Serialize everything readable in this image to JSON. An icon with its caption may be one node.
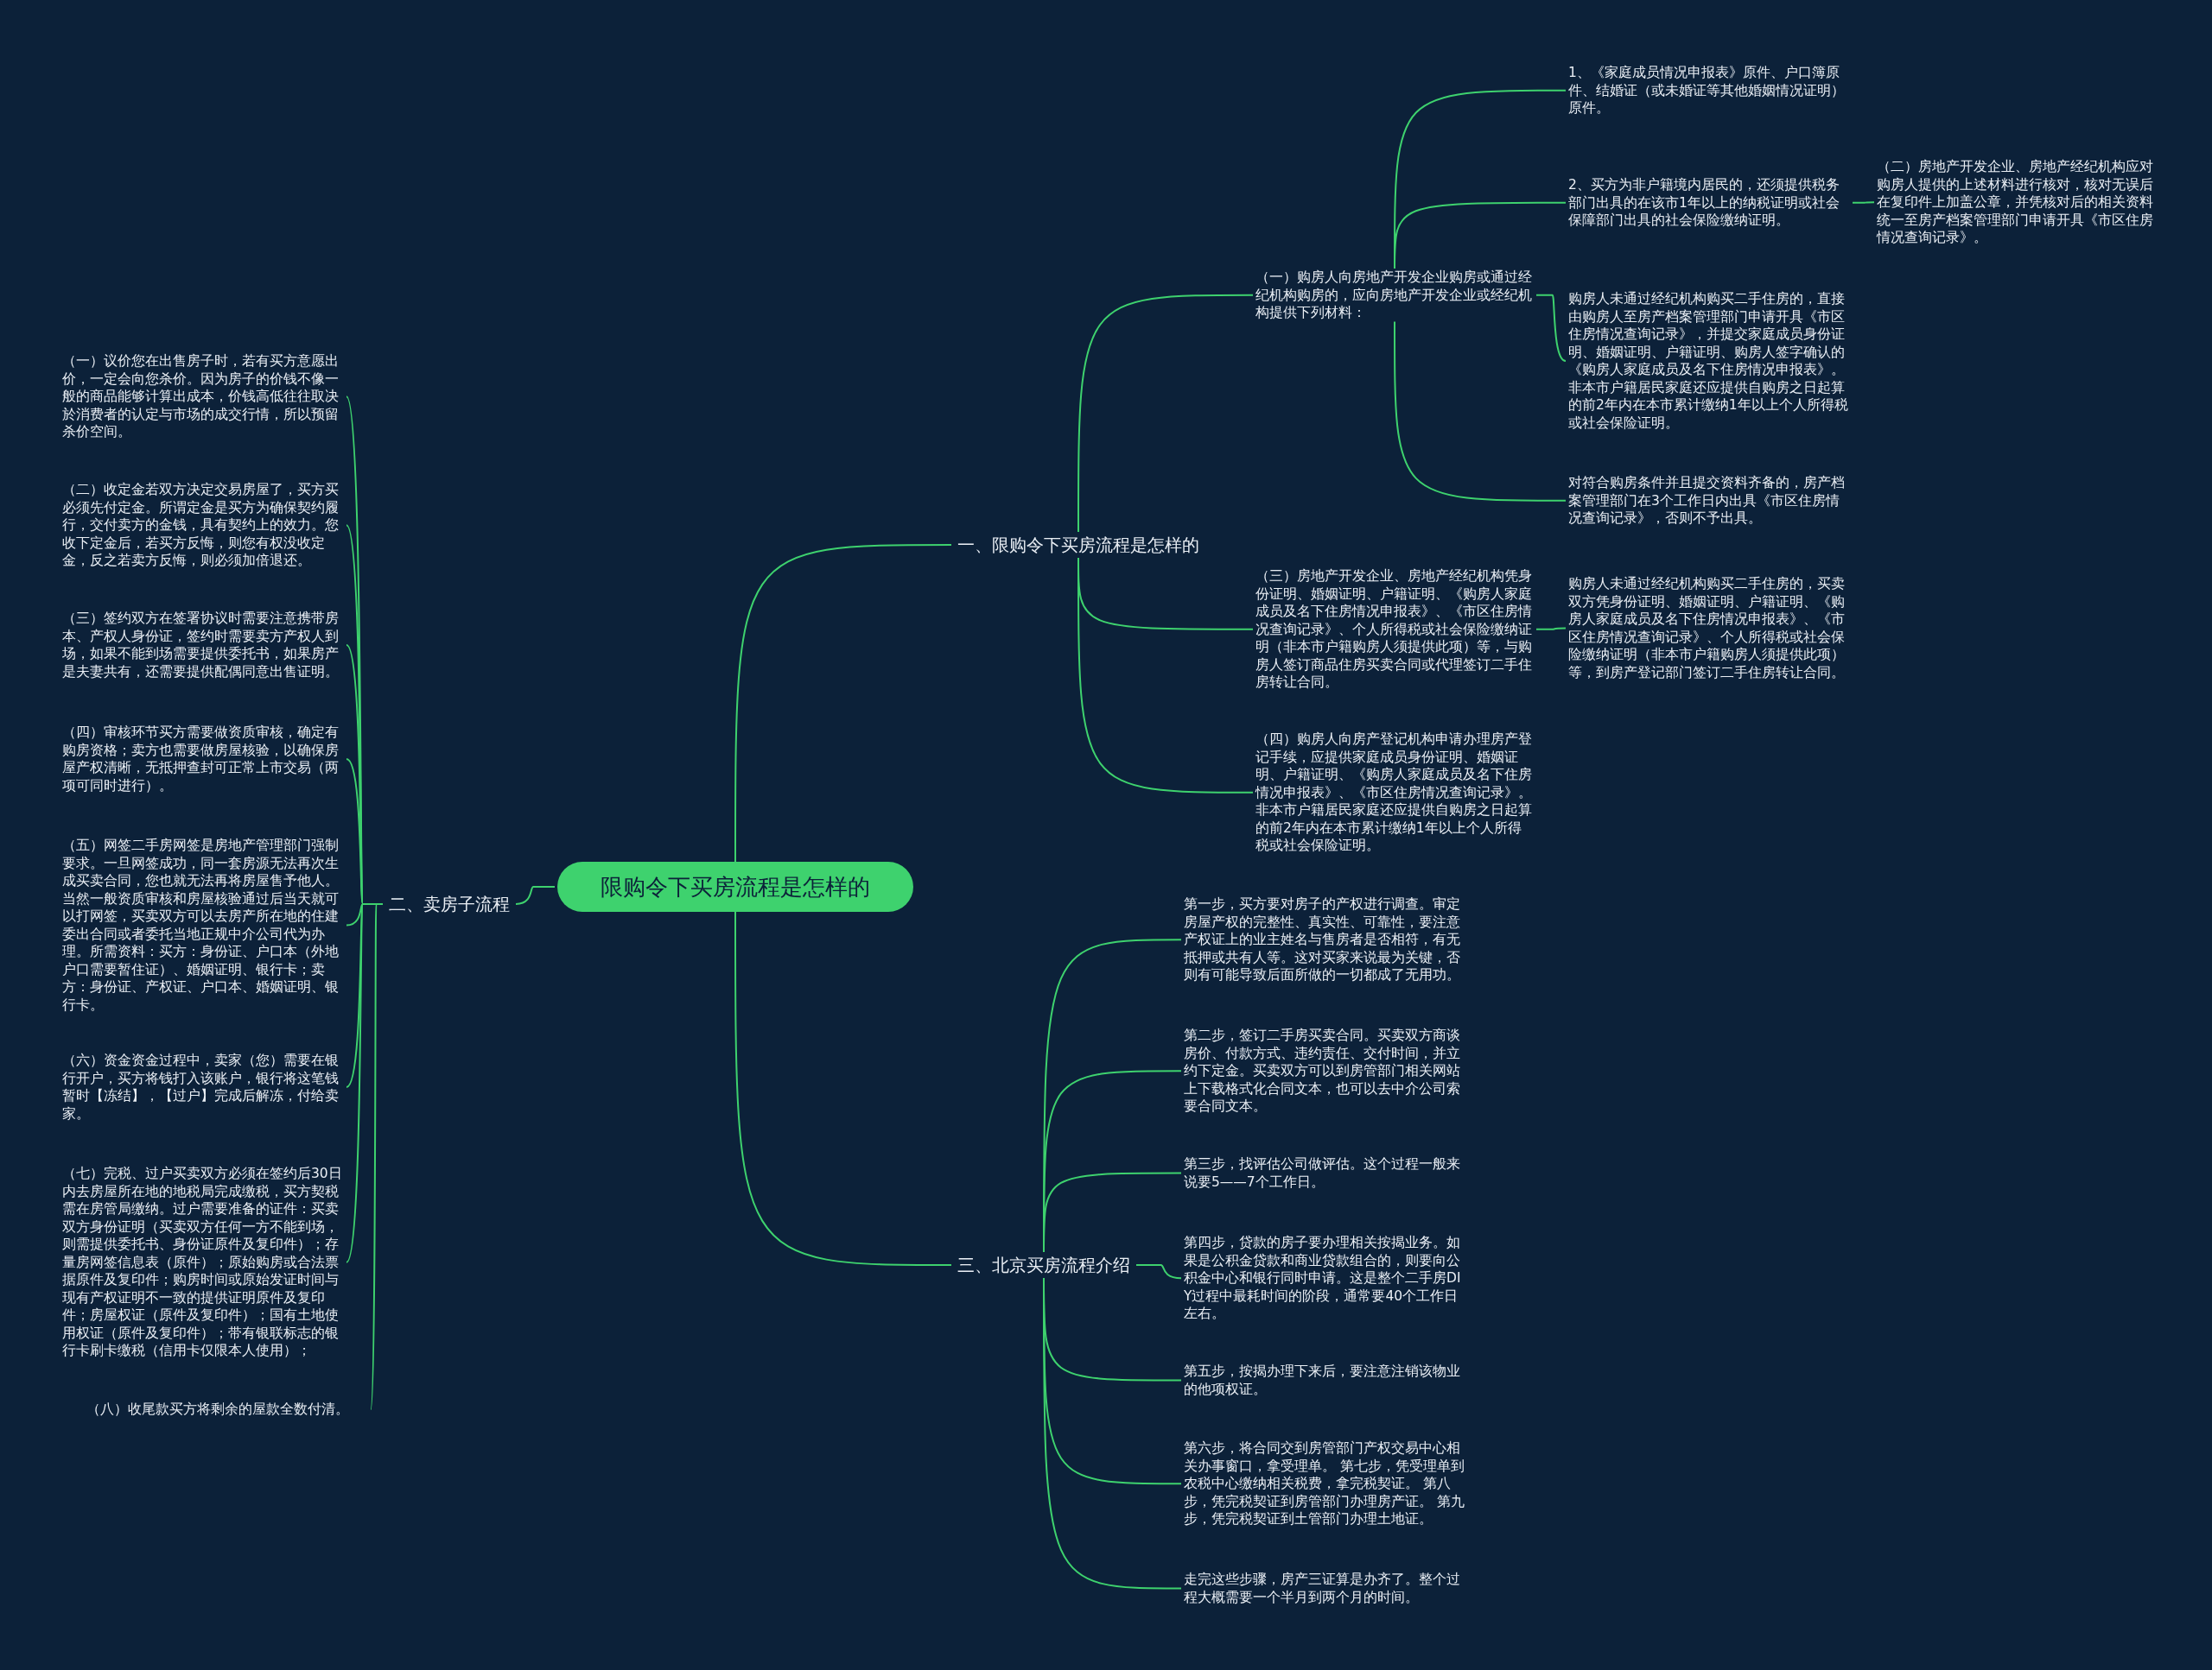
{
  "diagram": {
    "nodes": [
      {
        "text": [
          "限购令下买房流程是怎样的"
        ]
      },
      {
        "text": [
          "一、限购令下买房流程是怎样的"
        ]
      },
      {
        "text": [
          "（一）购房人向房地产开发企业购房或通过经纪机构购房的，应向房地产开发企业或经纪机构提供下列材料："
        ]
      },
      {
        "text": [
          "1、《家庭成员情况申报表》原件、户口簿原件、结婚证（或未婚证等其他婚姻情况证明）原件。"
        ]
      },
      {
        "text": [
          "2、买方为非户籍境内居民的，还须提供税务部门出具的在该市1年以上的纳税证明或社会保障部门出具的社会保险缴纳证明。"
        ]
      },
      {
        "text": [
          "（二）房地产开发企业、房地产经纪机构应对购房人提供的上述材料进行核对，核对无误后在复印件上加盖公章，并凭核对后的相关资料统一至房产档案管理部门申请开具《市区住房情况查询记录》。"
        ]
      },
      {
        "text": [
          "购房人未通过经纪机构购买二手住房的，直接由购房人至房产档案管理部门申请开具《市区住房情况查询记录》，并提交家庭成员身份证明、婚姻证明、户籍证明、购房人签字确认的《购房人家庭成员及名下住房情况申报表》。非本市户籍居民家庭还应提供自购房之日起算的前2年内在本市累计缴纳1年以上个人所得税或社会保险证明。"
        ]
      },
      {
        "text": [
          "对符合购房条件并且提交资料齐备的，房产档案管理部门在3个工作日内出具《市区住房情况查询记录》，否则不予出具。"
        ]
      },
      {
        "text": [
          "（三）房地产开发企业、房地产经纪机构凭身份证明、婚姻证明、户籍证明、《购房人家庭成员及名下住房情况申报表》、《市区住房情况查询记录》、个人所得税或社会保险缴纳证明（非本市户籍购房人须提供此项）等，与购房人签订商品住房买卖合同或代理签订二手住房转让合同。"
        ]
      },
      {
        "text": [
          "购房人未通过经纪机构购买二手住房的，买卖双方凭身份证明、婚姻证明、户籍证明、《购房人家庭成员及名下住房情况申报表》、《市区住房情况查询记录》、个人所得税或社会保险缴纳证明（非本市户籍购房人须提供此项）等，到房产登记部门签订二手住房转让合同。"
        ]
      },
      {
        "text": [
          "（四）购房人向房产登记机构申请办理房产登记手续，应提供家庭成员身份证明、婚姻证明、户籍证明、《购房人家庭成员及名下住房情况申报表》、《市区住房情况查询记录》。非本市户籍居民家庭还应提供自购房之日起算的前2年内在本市累计缴纳1年以上个人所得税或社会保险证明。"
        ]
      },
      {
        "text": [
          "二、卖房子流程"
        ]
      },
      {
        "text": [
          "（一）议价您在出售房子时，若有买方意愿出价，一定会向您杀价。因为房子的价钱不像一般的商品能够计算出成本，价钱高低往往取决於消费者的认定与市场的成交行情，所以预留杀价空间。"
        ]
      },
      {
        "text": [
          "（二）收定金若双方决定交易房屋了，买方买必须先付定金。所谓定金是买方为确保契约履行，交付卖方的金钱，具有契约上的效力。您收下定金后，若买方反悔，则您有权没收定金，反之若卖方反悔，则必须加倍退还。"
        ]
      },
      {
        "text": [
          "（三）签约双方在签署协议时需要注意携带房本、产权人身份证，签约时需要卖方产权人到场，如果不能到场需要提供委托书，如果房产是夫妻共有，还需要提供配偶同意出售证明。"
        ]
      },
      {
        "text": [
          "（四）审核环节买方需要做资质审核，确定有购房资格；卖方也需要做房屋核验，以确保房屋产权清晰，无抵押查封可正常上市交易（两项可同时进行）。"
        ]
      },
      {
        "text": [
          "（五）网签二手房网签是房地产管理部门强制要求。一旦网签成功，同一套房源无法再次生成买卖合同，您也就无法再将房屋售予他人。当然一般资质审核和房屋核验通过后当天就可以打网签，买卖双方可以去房产所在地的住建委出合同或者委托当地正规中介公司代为办理。所需资料：买方：身份证、户口本（外地户口需要暂住证）、婚姻证明、银行卡；卖方：身份证、产权证、户口本、婚姻证明、银行卡。"
        ]
      },
      {
        "text": [
          "（六）资金资金过程中，卖家（您）需要在银行开户，买方将钱打入该账户，银行将这笔钱暂时【冻结】，【过户】完成后解冻，付给卖家。"
        ]
      },
      {
        "text": [
          "（七）完税、过户买卖双方必须在签约后30日内去房屋所在地的地税局完成缴税，买方契税需在房管局缴纳。过户需要准备的证件：买卖双方身份证明（买卖双方任何一方不能到场，则需提供委托书、身份证原件及复印件）；存量房网签信息表（原件）；原始购房或合法票据原件及复印件；购房时间或原始发证时间与现有产权证明不一致的提供证明原件及复印件；房屋权证（原件及复印件）；国有土地使用权证（原件及复印件）；带有银联标志的银行卡刷卡缴税（信用卡仅限本人使用）；"
        ]
      },
      {
        "text": [
          "（八）收尾款买方将剩余的屋款全数付清。"
        ]
      },
      {
        "text": [
          "三、北京买房流程介绍"
        ]
      },
      {
        "text": [
          "第一步，买方要对房子的产权进行调查。审定房屋产权的完整性、真实性、可靠性，要注意产权证上的业主姓名与售房者是否相符，有无抵押或共有人等。这对买家来说最为关键，否则有可能导致后面所做的一切都成了无用功。"
        ]
      },
      {
        "text": [
          "第二步，签订二手房买卖合同。买卖双方商谈房价、付款方式、违约责任、交付时间，并立约下定金。买卖双方可以到房管部门相关网站上下载格式化合同文本，也可以去中介公司索要合同文本。"
        ]
      },
      {
        "text": [
          "第三步，找评估公司做评估。这个过程一般来说要5——7个工作日。"
        ]
      },
      {
        "text": [
          "第四步，贷款的房子要办理相关按揭业务。如果是公积金贷款和商业贷款组合的，则要向公积金中心和银行同时申请。这是整个二手房DIY过程中最耗时间的阶段，通常要40个工作日左右。"
        ]
      },
      {
        "text": [
          "第五步，按揭办理下来后，要注意注销该物业的他项权证。"
        ]
      },
      {
        "text": [
          "第六步，将合同交到房管部门产权交易中心相关办事窗口，拿受理单。 第七步，凭受理单到农税中心缴纳相关税费，拿完税契证。 第八步，凭完税契证到房管部门办理房产证。 第九步，凭完税契证到土管部门办理土地证。"
        ]
      },
      {
        "text": [
          "走完这些步骤，房产三证算是办齐了。整个过程大概需要一个半月到两个月的时间。"
        ]
      }
    ],
    "edges": [
      {
        "from": 0,
        "to": 1,
        "arrow": "none"
      },
      {
        "from": 1,
        "to": 2,
        "arrow": "none"
      },
      {
        "from": 2,
        "to": 3,
        "arrow": "none"
      },
      {
        "from": 2,
        "to": 4,
        "arrow": "none"
      },
      {
        "from": 4,
        "to": 5,
        "arrow": "none"
      },
      {
        "from": 2,
        "to": 6,
        "arrow": "none"
      },
      {
        "from": 2,
        "to": 7,
        "arrow": "none"
      },
      {
        "from": 1,
        "to": 8,
        "arrow": "none"
      },
      {
        "from": 8,
        "to": 9,
        "arrow": "none"
      },
      {
        "from": 1,
        "to": 10,
        "arrow": "none"
      },
      {
        "from": 0,
        "to": 11,
        "arrow": "none"
      },
      {
        "from": 11,
        "to": 12,
        "arrow": "none"
      },
      {
        "from": 11,
        "to": 13,
        "arrow": "none"
      },
      {
        "from": 11,
        "to": 14,
        "arrow": "none"
      },
      {
        "from": 11,
        "to": 15,
        "arrow": "none"
      },
      {
        "from": 11,
        "to": 16,
        "arrow": "none"
      },
      {
        "from": 11,
        "to": 17,
        "arrow": "none"
      },
      {
        "from": 11,
        "to": 18,
        "arrow": "none"
      },
      {
        "from": 11,
        "to": 19,
        "arrow": "none"
      },
      {
        "from": 0,
        "to": 20,
        "arrow": "none"
      },
      {
        "from": 20,
        "to": 21,
        "arrow": "none"
      },
      {
        "from": 20,
        "to": 22,
        "arrow": "none"
      },
      {
        "from": 20,
        "to": 23,
        "arrow": "none"
      },
      {
        "from": 20,
        "to": 24,
        "arrow": "none"
      },
      {
        "from": 20,
        "to": 25,
        "arrow": "none"
      },
      {
        "from": 20,
        "to": 26,
        "arrow": "none"
      },
      {
        "from": 20,
        "to": 27,
        "arrow": "none"
      }
    ]
  }
}
